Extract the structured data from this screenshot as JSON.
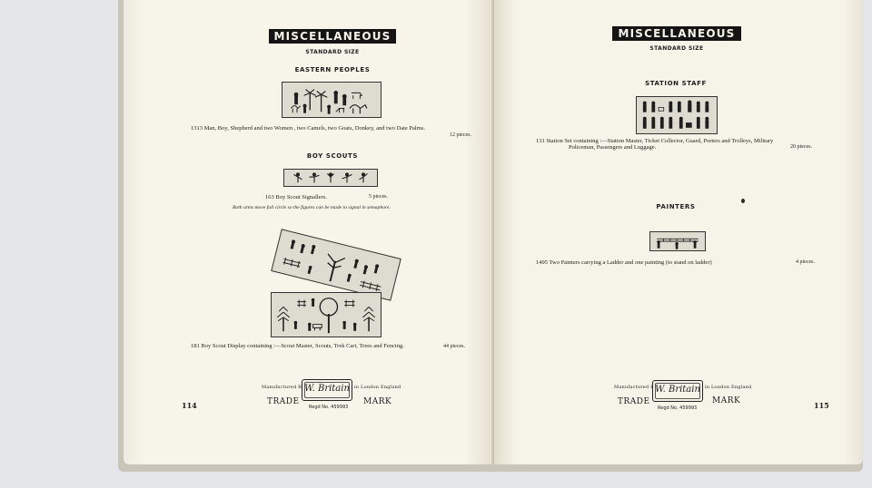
{
  "left_page": {
    "banner": "MISCELLANEOUS",
    "size_label": "STANDARD SIZE",
    "sections": {
      "eastern": {
        "heading": "EASTERN PEOPLES",
        "caption": "1313   Man, Boy, Shepherd and two Women ,  two Camels, two Goats, Donkey,  and  two  Date Palms.",
        "pieces": "12 pieces."
      },
      "scouts": {
        "heading": "BOY SCOUTS",
        "caption": "163   Boy Scout Signallers.",
        "pieces": "5 pieces.",
        "note": "Both arms move full circle so the figures can be made to signal in semaphore."
      },
      "display": {
        "caption": "181   Boy Scout Display containing :—Scout Master, Scouts, Trek Cart, Trees and Fencing.",
        "pieces": "44 pieces."
      }
    },
    "trademark": {
      "manufactured_by": "Manufactured By",
      "in_london": "in London England",
      "logo": "W. Britain",
      "trade": "TRADE",
      "mark": "MARK",
      "regd": "Regd No. 459993"
    },
    "page_number": "114"
  },
  "right_page": {
    "banner": "MISCELLANEOUS",
    "size_label": "STANDARD SIZE",
    "sections": {
      "station": {
        "heading": "STATION STAFF",
        "caption_line1": "131   Station Set containing :—Station Master, Ticket Collector, Guard, Porters and Trolleys, Military",
        "caption_line2": "Policeman, Passengers and Luggage.",
        "pieces": "20 pieces."
      },
      "painters": {
        "heading": "PAINTERS",
        "caption": "1495   Two Painters carrying a Ladder and one painting (to stand on ladder)",
        "pieces": "4 pieces."
      }
    },
    "trademark": {
      "manufactured_by": "Manufactured By",
      "in_london": "in London England",
      "logo": "W. Britain",
      "trade": "TRADE",
      "mark": "MARK",
      "regd": "Regd No. 459993"
    },
    "page_number": "115"
  }
}
